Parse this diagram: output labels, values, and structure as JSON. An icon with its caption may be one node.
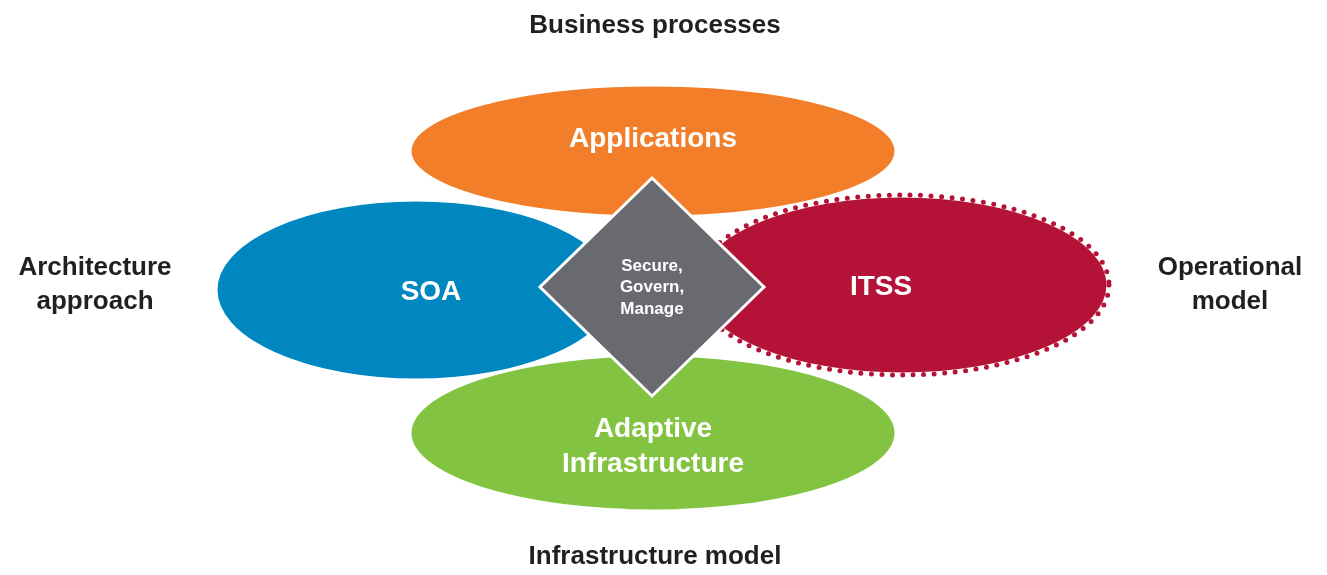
{
  "diagram": {
    "nodes": [
      {
        "text": [
          "Applications"
        ]
      },
      {
        "text": [
          "SOA"
        ]
      },
      {
        "text": [
          "ITSS"
        ]
      },
      {
        "text": [
          "Adaptive Infrastructure"
        ]
      },
      {
        "text": [
          "Secure, Govern, Manage"
        ]
      }
    ],
    "edges": [],
    "labels": [
      "Business processes",
      "Architecture approach",
      "Operational model",
      "Infrastructure model"
    ]
  }
}
